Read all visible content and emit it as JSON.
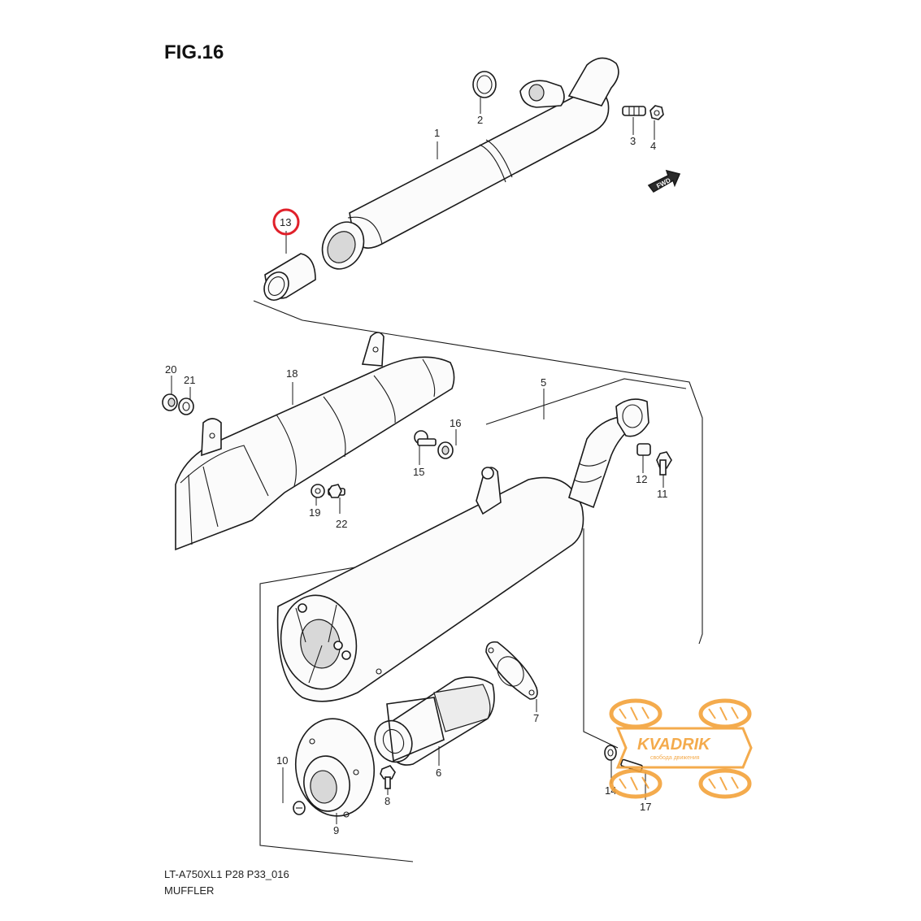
{
  "figure": {
    "title": "FIG.16",
    "footer_line1": "LT-A750XL1 P28 P33_016",
    "footer_line2": "MUFFLER"
  },
  "callouts": [
    {
      "id": "1",
      "label": "1"
    },
    {
      "id": "2",
      "label": "2"
    },
    {
      "id": "3",
      "label": "3"
    },
    {
      "id": "4",
      "label": "4"
    },
    {
      "id": "5",
      "label": "5"
    },
    {
      "id": "6",
      "label": "6"
    },
    {
      "id": "7",
      "label": "7"
    },
    {
      "id": "8",
      "label": "8"
    },
    {
      "id": "9",
      "label": "9"
    },
    {
      "id": "10",
      "label": "10"
    },
    {
      "id": "11",
      "label": "11"
    },
    {
      "id": "12",
      "label": "12"
    },
    {
      "id": "13",
      "label": "13",
      "highlighted": true
    },
    {
      "id": "14",
      "label": "14"
    },
    {
      "id": "15",
      "label": "15"
    },
    {
      "id": "16",
      "label": "16"
    },
    {
      "id": "17",
      "label": "17"
    },
    {
      "id": "18",
      "label": "18"
    },
    {
      "id": "19",
      "label": "19"
    },
    {
      "id": "20",
      "label": "20"
    },
    {
      "id": "21",
      "label": "21"
    },
    {
      "id": "22",
      "label": "22"
    }
  ],
  "direction_arrow": {
    "label": "FWD"
  },
  "watermark": {
    "brand": "KVADRIK",
    "tagline": "свобода движения",
    "color": "#f3a23a"
  },
  "highlight_color": "#e0202a"
}
